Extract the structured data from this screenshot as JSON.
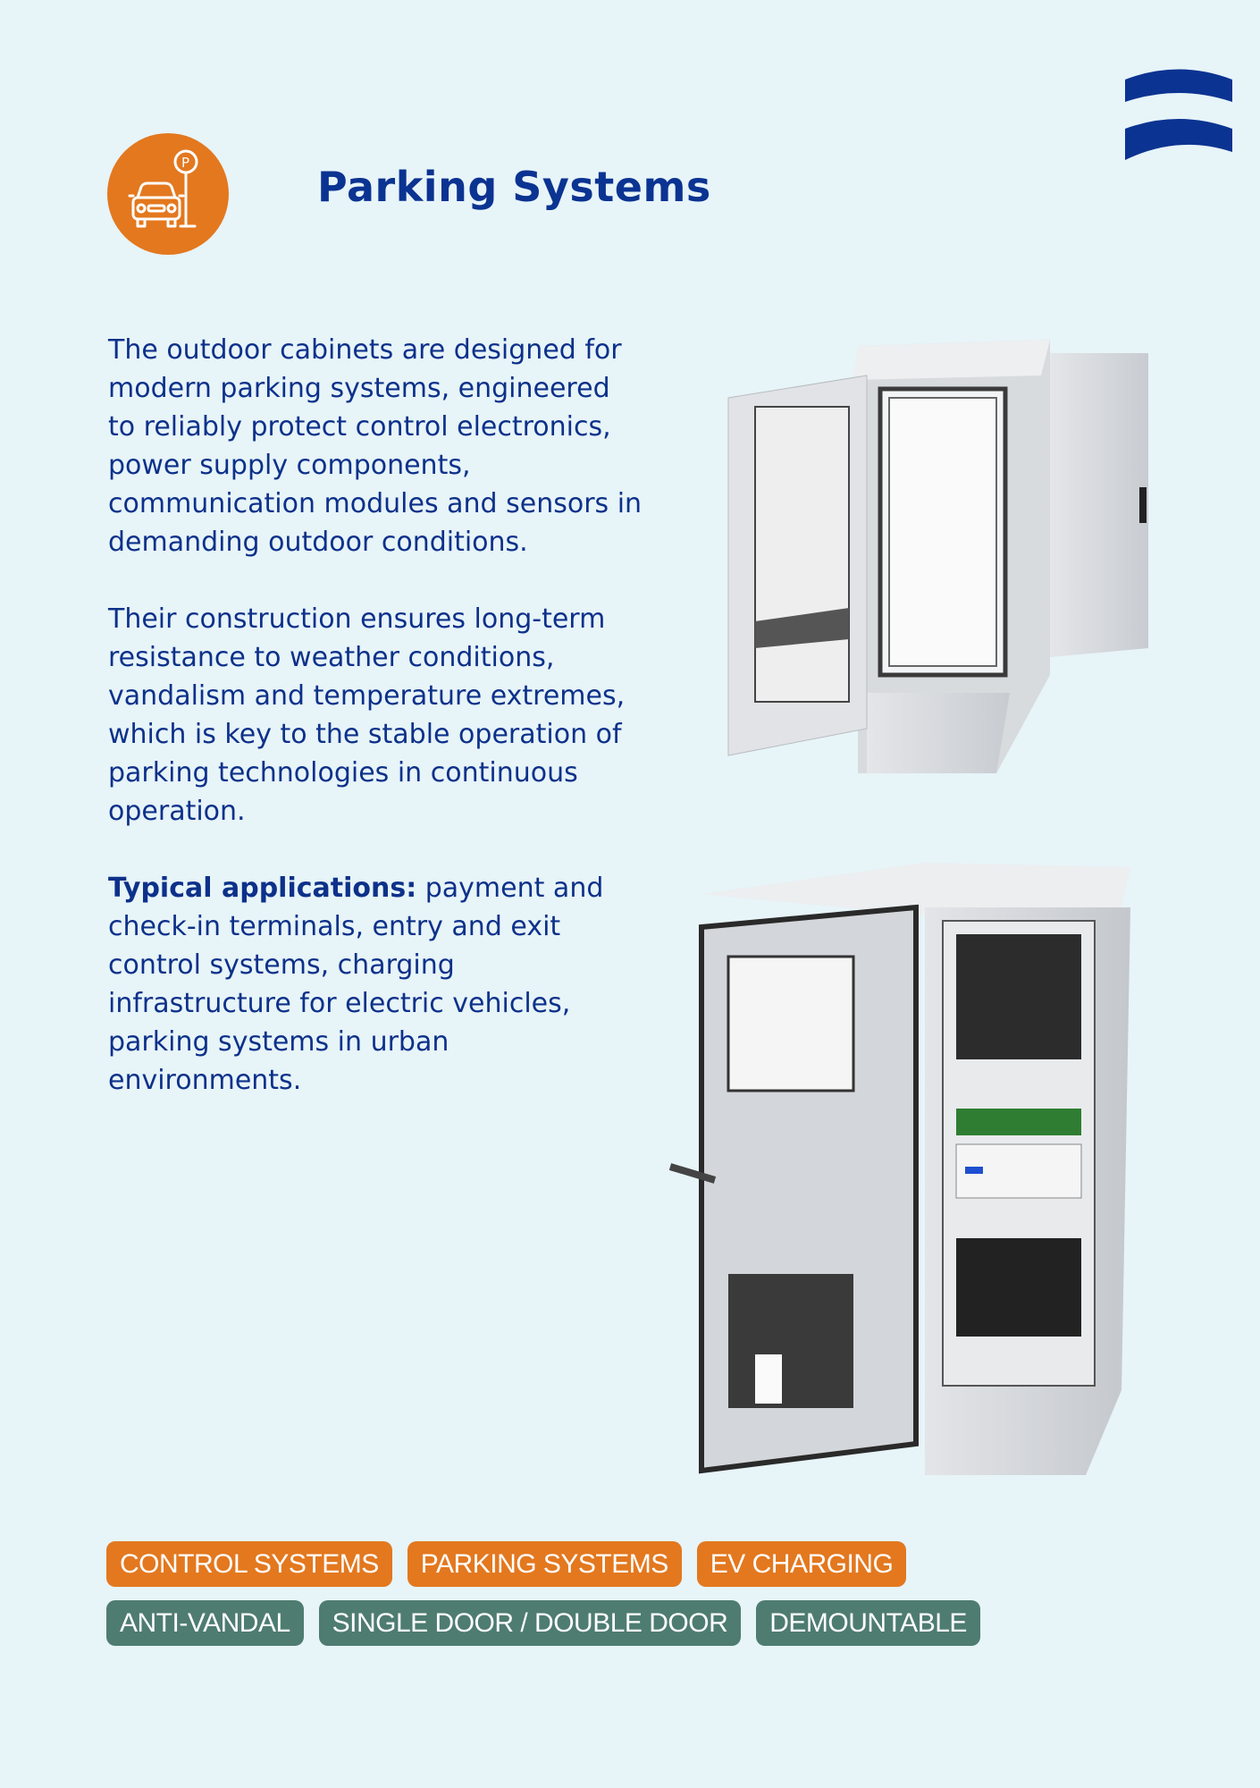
{
  "header": {
    "title": "Parking Systems",
    "icon": "car-parking-icon",
    "logo": "brand-logo"
  },
  "body": {
    "paragraph1": "The outdoor cabinets are designed for modern parking systems, engineered to reliably protect control electronics, power supply components, communication modules and sensors in demanding outdoor conditions.",
    "paragraph2": "Their construction ensures long-term resistance to weather conditions, vandalism and temperature extremes, which is key to the stable operation of parking technologies in continuous operation.",
    "applications_label": "Typical applications:",
    "applications_text": " payment and check-in terminals, entry and exit control systems, charging infrastructure for electric vehicles, parking systems in urban environments."
  },
  "tags": {
    "orange": [
      "CONTROL SYSTEMS",
      "PARKING SYSTEMS",
      "EV CHARGING"
    ],
    "green": [
      "ANTI-VANDAL",
      "SINGLE DOOR / DOUBLE DOOR",
      "DEMOUNTABLE"
    ]
  },
  "colors": {
    "background": "#e7f4f8",
    "orange": "#e3781f",
    "green": "#4e7c70",
    "blue": "#0b3391"
  }
}
